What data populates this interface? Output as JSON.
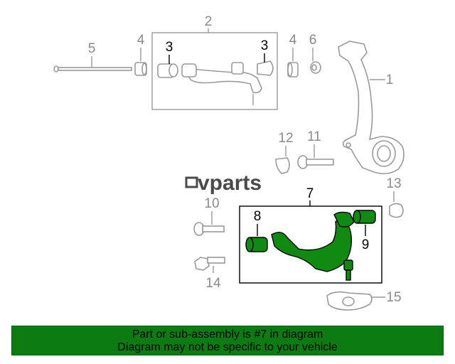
{
  "callouts": {
    "c1": "1",
    "c2": "2",
    "c3a": "3",
    "c3b": "3",
    "c4a": "4",
    "c4b": "4",
    "c5": "5",
    "c6": "6",
    "c7": "7",
    "c8": "8",
    "c9": "9",
    "c10": "10",
    "c11": "11",
    "c12": "12",
    "c13": "13",
    "c14": "14",
    "c15": "15"
  },
  "watermark": "vparts",
  "footer": {
    "line1": "Part or sub-assembly is #7 in diagram",
    "line2": "Diagram may not be specific to your vehicle"
  },
  "colors": {
    "highlight": "#118a11",
    "footer_bg": "#0c7b12",
    "line_grey": "#9a9a9a"
  }
}
